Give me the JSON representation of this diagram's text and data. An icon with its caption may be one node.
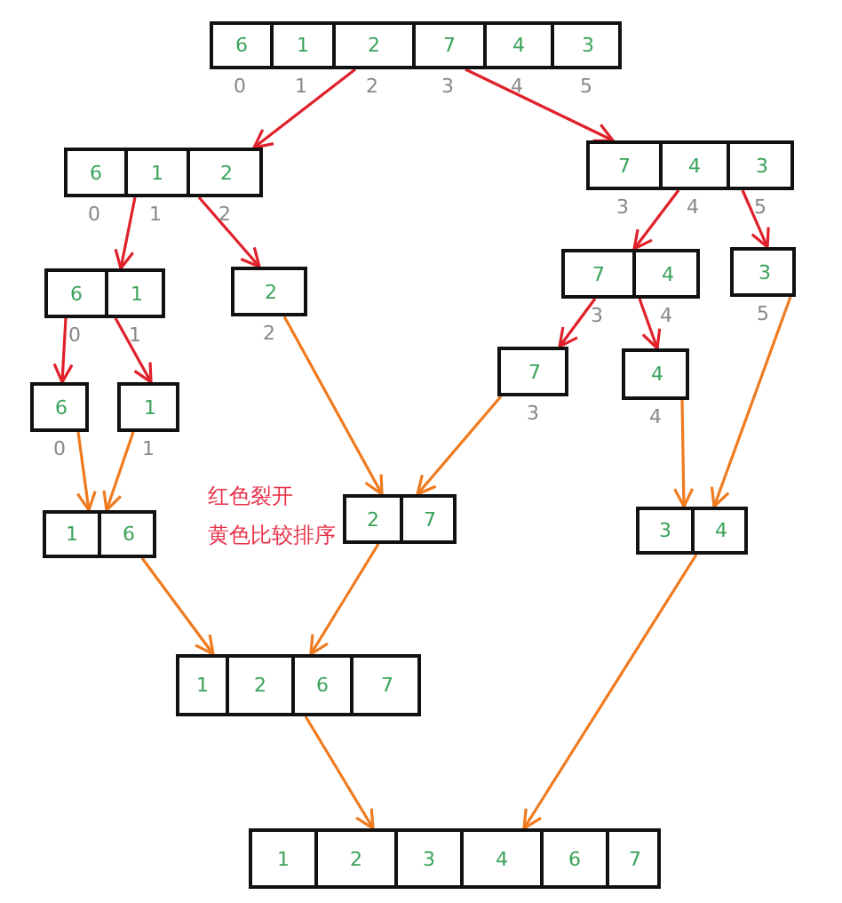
{
  "diagram": {
    "nodes": [
      {
        "text": [],
        "shape": "box"
      },
      {
        "text": [
          "6"
        ],
        "in": 0,
        "beside": [
          "0"
        ]
      },
      {
        "text": [
          "1"
        ],
        "in": 0,
        "beside": [
          "1"
        ]
      },
      {
        "text": [
          "2"
        ],
        "in": 0,
        "beside": [
          "2"
        ]
      },
      {
        "text": [
          "7"
        ],
        "in": 0,
        "beside": [
          "3"
        ]
      },
      {
        "text": [
          "4"
        ],
        "in": 0,
        "beside": [
          "4"
        ]
      },
      {
        "text": [
          "3"
        ],
        "in": 0,
        "beside": [
          "5"
        ]
      },
      {
        "text": [],
        "shape": "box"
      },
      {
        "text": [
          "6"
        ],
        "in": 7,
        "beside": [
          "0"
        ]
      },
      {
        "text": [
          "1"
        ],
        "in": 7,
        "beside": [
          "1"
        ]
      },
      {
        "text": [
          "2"
        ],
        "in": 7,
        "beside": [
          "2"
        ]
      },
      {
        "text": [],
        "shape": "box"
      },
      {
        "text": [
          "7"
        ],
        "in": 11,
        "beside": [
          "3"
        ]
      },
      {
        "text": [
          "4"
        ],
        "in": 11,
        "beside": [
          "4"
        ]
      },
      {
        "text": [
          "3"
        ],
        "in": 11,
        "beside": [
          "5"
        ]
      },
      {
        "text": [],
        "shape": "box"
      },
      {
        "text": [
          "6"
        ],
        "in": 15,
        "beside": [
          "0"
        ]
      },
      {
        "text": [
          "1"
        ],
        "in": 15,
        "beside": [
          "1"
        ]
      },
      {
        "text": [],
        "shape": "box"
      },
      {
        "text": [
          "2"
        ],
        "in": 18,
        "beside": [
          "2"
        ]
      },
      {
        "text": [],
        "shape": "box"
      },
      {
        "text": [
          "7"
        ],
        "in": 20,
        "beside": [
          "3"
        ]
      },
      {
        "text": [
          "4"
        ],
        "in": 20,
        "beside": [
          "4"
        ]
      },
      {
        "text": [],
        "shape": "box"
      },
      {
        "text": [
          "3"
        ],
        "in": 23,
        "beside": [
          "5"
        ]
      },
      {
        "text": [],
        "shape": "box"
      },
      {
        "text": [
          "6"
        ],
        "in": 25,
        "beside": [
          "0"
        ]
      },
      {
        "text": [],
        "shape": "box"
      },
      {
        "text": [
          "1"
        ],
        "in": 27,
        "beside": [
          "1"
        ]
      },
      {
        "text": [],
        "shape": "box"
      },
      {
        "text": [
          "7"
        ],
        "in": 29,
        "beside": [
          "3"
        ]
      },
      {
        "text": [],
        "shape": "box"
      },
      {
        "text": [
          "4"
        ],
        "in": 31,
        "beside": [
          "4"
        ]
      },
      {
        "text": [],
        "shape": "box"
      },
      {
        "text": [
          "1"
        ],
        "in": 33
      },
      {
        "text": [
          "6"
        ],
        "in": 33
      },
      {
        "text": [],
        "shape": "box"
      },
      {
        "text": [
          "2"
        ],
        "in": 36
      },
      {
        "text": [
          "7"
        ],
        "in": 36
      },
      {
        "text": [],
        "shape": "box"
      },
      {
        "text": [
          "3"
        ],
        "in": 39
      },
      {
        "text": [
          "4"
        ],
        "in": 39
      },
      {
        "text": [],
        "shape": "box"
      },
      {
        "text": [
          "1"
        ],
        "in": 42
      },
      {
        "text": [
          "2"
        ],
        "in": 42
      },
      {
        "text": [
          "6"
        ],
        "in": 42
      },
      {
        "text": [
          "7"
        ],
        "in": 42
      },
      {
        "text": [],
        "shape": "box"
      },
      {
        "text": [
          "1"
        ],
        "in": 47
      },
      {
        "text": [
          "2"
        ],
        "in": 47
      },
      {
        "text": [
          "3"
        ],
        "in": 47
      },
      {
        "text": [
          "4"
        ],
        "in": 47
      },
      {
        "text": [
          "6"
        ],
        "in": 47
      },
      {
        "text": [
          "7"
        ],
        "in": 47
      }
    ],
    "edges": [
      {
        "from": 0,
        "to": 7,
        "arrow": "to",
        "color": "#e0202a"
      },
      {
        "from": 0,
        "to": 11,
        "arrow": "to",
        "color": "#e0202a"
      },
      {
        "from": 7,
        "to": 15,
        "arrow": "to",
        "color": "#e0202a"
      },
      {
        "from": 7,
        "to": 18,
        "arrow": "to",
        "color": "#e0202a"
      },
      {
        "from": 11,
        "to": 20,
        "arrow": "to",
        "color": "#e0202a"
      },
      {
        "from": 11,
        "to": 23,
        "arrow": "to",
        "color": "#e0202a"
      },
      {
        "from": 15,
        "to": 25,
        "arrow": "to",
        "color": "#e0202a"
      },
      {
        "from": 15,
        "to": 27,
        "arrow": "to",
        "color": "#e0202a"
      },
      {
        "from": 20,
        "to": 29,
        "arrow": "to",
        "color": "#e0202a"
      },
      {
        "from": 20,
        "to": 31,
        "arrow": "to",
        "color": "#e0202a"
      },
      {
        "from": 25,
        "to": 33,
        "arrow": "to",
        "color": "#f07a1e"
      },
      {
        "from": 27,
        "to": 33,
        "arrow": "to",
        "color": "#f07a1e"
      },
      {
        "from": 18,
        "to": 36,
        "arrow": "to",
        "color": "#f07a1e"
      },
      {
        "from": 29,
        "to": 36,
        "arrow": "to",
        "color": "#f07a1e"
      },
      {
        "from": 31,
        "to": 39,
        "arrow": "to",
        "color": "#f07a1e"
      },
      {
        "from": 23,
        "to": 39,
        "arrow": "to",
        "color": "#f07a1e"
      },
      {
        "from": 33,
        "to": 42,
        "arrow": "to",
        "color": "#f07a1e"
      },
      {
        "from": 36,
        "to": 42,
        "arrow": "to",
        "color": "#f07a1e"
      },
      {
        "from": 42,
        "to": 47,
        "arrow": "to",
        "color": "#f07a1e"
      },
      {
        "from": 39,
        "to": 47,
        "arrow": "to",
        "color": "#f07a1e"
      }
    ],
    "labels": [
      "红色裂开",
      "黄色比较排序"
    ]
  }
}
